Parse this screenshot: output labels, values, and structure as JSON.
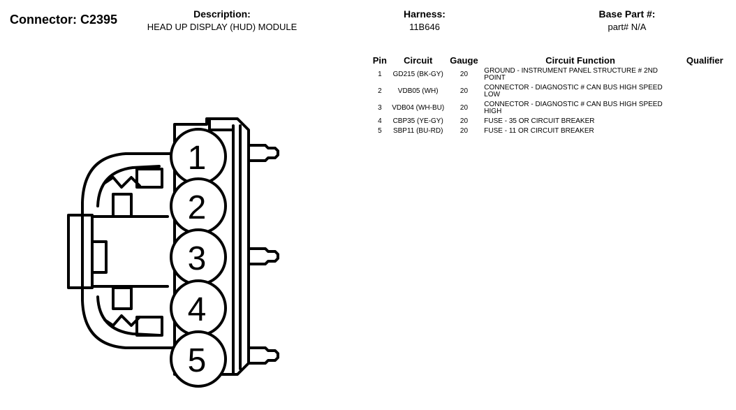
{
  "header": {
    "connector_label": "Connector: C2395",
    "description_label": "Description:",
    "description_value": "HEAD UP DISPLAY (HUD) MODULE",
    "harness_label": "Harness:",
    "harness_value": "11B646",
    "base_part_label": "Base Part #:",
    "base_part_value": "part# N/A"
  },
  "table": {
    "headers": {
      "pin": "Pin",
      "circuit": "Circuit",
      "gauge": "Gauge",
      "function": "Circuit Function",
      "qualifier": "Qualifier"
    },
    "rows": [
      {
        "pin": "1",
        "circuit": "GD215 (BK-GY)",
        "gauge": "20",
        "function": "GROUND - INSTRUMENT PANEL STRUCTURE # 2ND POINT",
        "qualifier": ""
      },
      {
        "pin": "2",
        "circuit": "VDB05 (WH)",
        "gauge": "20",
        "function": "CONNECTOR - DIAGNOSTIC # CAN BUS HIGH SPEED LOW",
        "qualifier": ""
      },
      {
        "pin": "3",
        "circuit": "VDB04 (WH-BU)",
        "gauge": "20",
        "function": "CONNECTOR - DIAGNOSTIC # CAN BUS HIGH SPEED HIGH",
        "qualifier": ""
      },
      {
        "pin": "4",
        "circuit": "CBP35 (YE-GY)",
        "gauge": "20",
        "function": "FUSE - 35 OR CIRCUIT BREAKER",
        "qualifier": ""
      },
      {
        "pin": "5",
        "circuit": "SBP11 (BU-RD)",
        "gauge": "20",
        "function": "FUSE - 11 OR CIRCUIT BREAKER",
        "qualifier": ""
      }
    ]
  },
  "diagram": {
    "pin_numbers": [
      "1",
      "2",
      "3",
      "4",
      "5"
    ]
  }
}
